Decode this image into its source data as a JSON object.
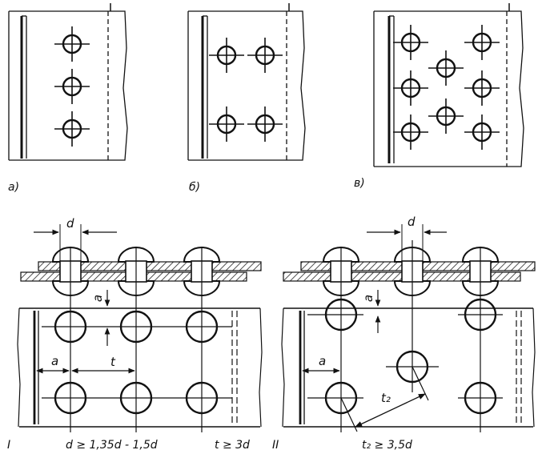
{
  "panels": {
    "a": {
      "caption": "а)"
    },
    "b": {
      "caption": "б)"
    },
    "v": {
      "caption": "в)"
    }
  },
  "joint1": {
    "roman": "I",
    "dim_d": "d",
    "dim_a_horizontal": "a",
    "dim_a_vertical": "a",
    "dim_t": "t",
    "formula_left": "d ≥ 1,35d - 1,5d",
    "formula_right": "t ≥ 3d"
  },
  "joint2": {
    "roman": "II",
    "dim_d": "d",
    "dim_a_horizontal": "a",
    "dim_a_vertical": "a",
    "dim_t2": "t₂",
    "formula": "t₂ ≥ 3,5d"
  },
  "colors": {
    "ink": "#111111",
    "hatch": "#222222",
    "paper": "#ffffff"
  }
}
